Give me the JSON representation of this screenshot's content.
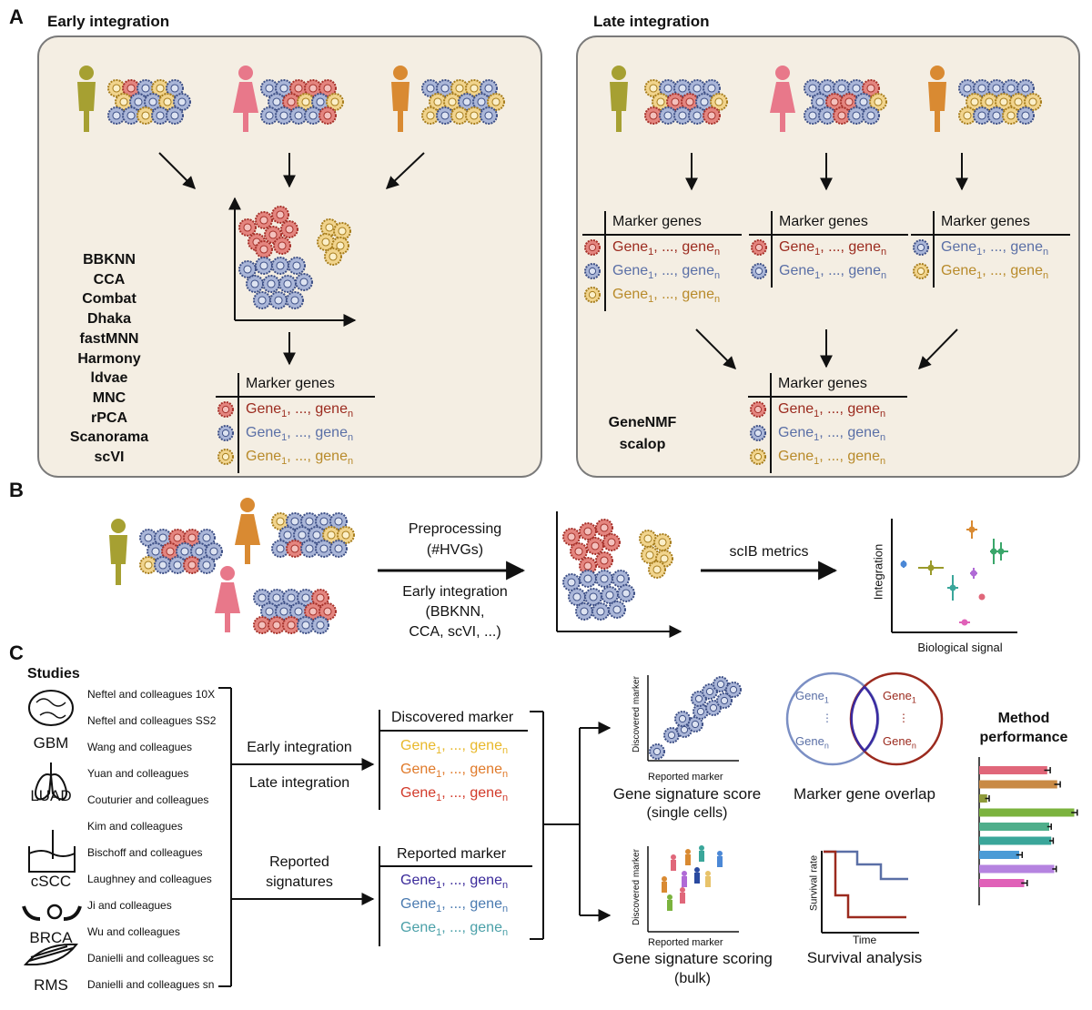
{
  "panel_a": {
    "letter": "A",
    "early_title": "Early integration",
    "late_title": "Late integration",
    "methods_early": [
      "BBKNN",
      "CCA",
      "Combat",
      "Dhaka",
      "fastMNN",
      "Harmony",
      "ldvae",
      "MNC",
      "rPCA",
      "Scanorama",
      "scVI"
    ],
    "methods_late": [
      "GeneNMF",
      "scalop"
    ],
    "marker_header": "Marker genes",
    "gene_first": "Gene",
    "gene_sub1": "1",
    "gene_mid": ", ..., gene",
    "gene_subn": "n"
  },
  "panel_b": {
    "letter": "B",
    "preprocessing": "Preprocessing",
    "hvgs": "(#HVGs)",
    "early_integration": "Early integration",
    "methods_line1": "(BBKNN,",
    "methods_line2": "CCA, scVI, ...)",
    "scib": "scIB metrics",
    "y_label": "Integration",
    "x_label": "Biological signal"
  },
  "panel_c": {
    "letter": "C",
    "studies_title": "Studies",
    "studies": [
      "Neftel and colleagues 10X",
      "Neftel and colleagues SS2",
      "Wang and colleagues",
      "Yuan and colleagues",
      "Couturier and colleagues",
      "Kim and colleagues",
      "Bischoff and colleagues",
      "Laughney and colleagues",
      "Ji and colleagues",
      "Wu and colleagues",
      "Danielli and colleagues sc",
      "Danielli and colleagues sn"
    ],
    "cancers": [
      "GBM",
      "LUAD",
      "cSCC",
      "BRCA",
      "RMS"
    ],
    "early_integration": "Early integration",
    "late_integration": "Late integration",
    "reported_signatures_1": "Reported",
    "reported_signatures_2": "signatures",
    "discovered_marker": "Discovered marker",
    "reported_marker": "Reported marker",
    "axis_discovered": "Discovered marker",
    "axis_reported": "Reported marker",
    "score_sc_1": "Gene signature score",
    "score_sc_2": "(single cells)",
    "score_bulk_1": "Gene signature scoring",
    "score_bulk_2": "(bulk)",
    "overlap": "Marker gene overlap",
    "survival": "Survival analysis",
    "survival_rate": "Survival rate",
    "time": "Time",
    "method_perf_1": "Method",
    "method_perf_2": "performance"
  },
  "colors": {
    "red_cell": "#d9534f",
    "blue_cell": "#7b8fc4",
    "yellow_cell": "#e8c36a",
    "gene_red": "#9b2a1e",
    "gene_blue": "#5a6fa6",
    "gene_yellow": "#b88a2a",
    "person_green": "#a6a032",
    "person_pink": "#e8788a",
    "person_orange": "#d98a32"
  },
  "chart_data": {
    "type": "bar",
    "title": "Method performance",
    "series": [
      {
        "values": [
          0.68,
          0.78,
          0.08,
          0.95,
          0.7,
          0.72,
          0.4,
          0.75,
          0.45
        ],
        "errors": [
          0.03,
          0.03,
          0.02,
          0.03,
          0.02,
          0.02,
          0.03,
          0.02,
          0.03
        ],
        "colors": [
          "#e0677a",
          "#c98a45",
          "#8f9a3a",
          "#7bb33e",
          "#4fae8b",
          "#3aa69a",
          "#4b9bd6",
          "#b583e0",
          "#e061b8"
        ]
      }
    ]
  }
}
